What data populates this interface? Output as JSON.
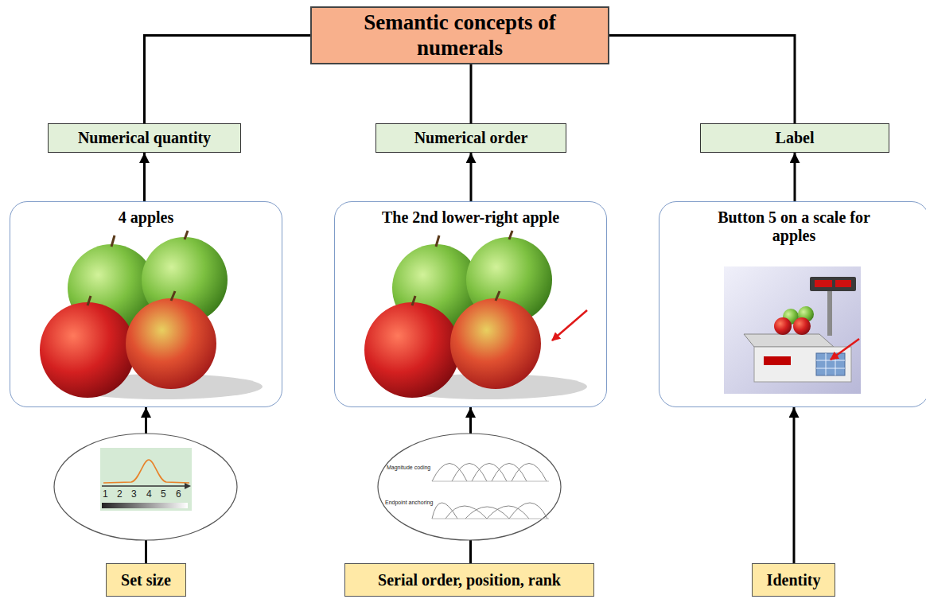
{
  "diagram": {
    "nodes": [
      {
        "text": [
          "Semantic concepts of numerals"
        ]
      },
      {
        "text": [
          "Numerical quantity"
        ]
      },
      {
        "text": [
          "Numerical order"
        ]
      },
      {
        "text": [
          "Label"
        ]
      },
      {
        "text": [
          "4 apples"
        ]
      },
      {
        "text": [
          "The 2nd lower-right apple"
        ]
      },
      {
        "text": [
          "Button 5 on a scale for apples"
        ]
      },
      {
        "text": [
          "Set size"
        ]
      },
      {
        "text": [
          "Serial order, position, rank"
        ]
      },
      {
        "text": [
          "Identity"
        ]
      }
    ],
    "edges": [
      {
        "from": 0,
        "to": 1,
        "arrow": "none"
      },
      {
        "from": 0,
        "to": 2,
        "arrow": "none"
      },
      {
        "from": 0,
        "to": 3,
        "arrow": "none"
      },
      {
        "from": 4,
        "to": 1,
        "arrow": "to"
      },
      {
        "from": 5,
        "to": 2,
        "arrow": "to"
      },
      {
        "from": 6,
        "to": 3,
        "arrow": "to"
      },
      {
        "from": 7,
        "to": 4,
        "arrow": "to"
      },
      {
        "from": 8,
        "to": 5,
        "arrow": "to"
      },
      {
        "from": 9,
        "to": 6,
        "arrow": "to"
      }
    ],
    "labels": [
      "1",
      "2",
      "3",
      "4",
      "5",
      "6",
      "Magnitude coding",
      "Endpoint anchoring"
    ]
  }
}
